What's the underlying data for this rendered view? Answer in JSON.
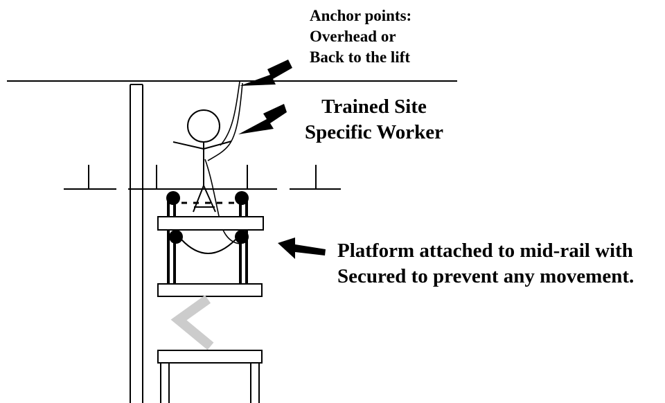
{
  "labels": {
    "anchor": {
      "lines": [
        "Anchor points:",
        "Overhead or",
        "Back to the lift"
      ]
    },
    "worker": {
      "lines": [
        "Trained Site",
        "Specific Worker"
      ]
    },
    "platform": {
      "lines": [
        "Platform attached to mid-rail with",
        "Secured to prevent any movement."
      ]
    }
  },
  "colors": {
    "ink": "#000000",
    "scissor_link": "#cccccc",
    "background": "#ffffff"
  }
}
